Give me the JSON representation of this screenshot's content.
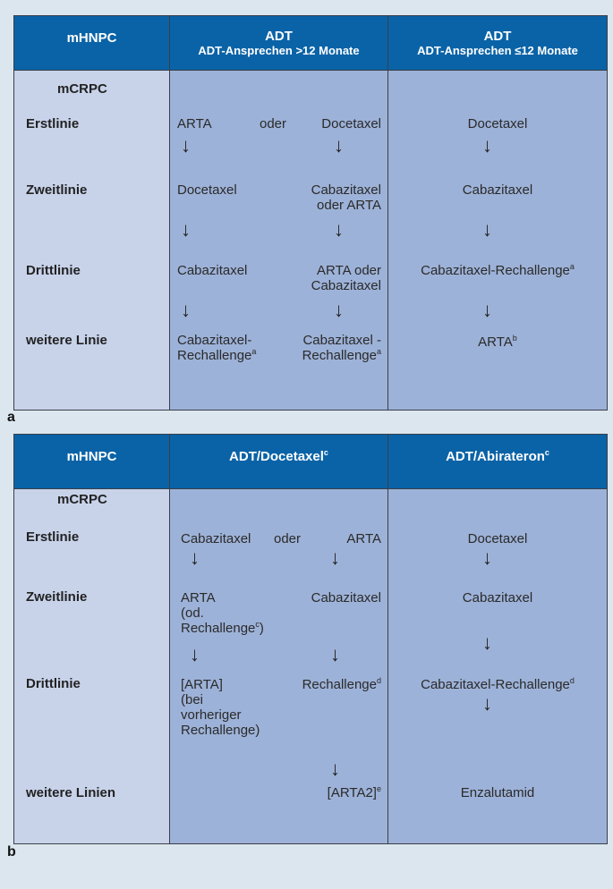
{
  "panel_a": {
    "headers": {
      "col1": "mHNPC",
      "col2_title": "ADT",
      "col2_sub": "ADT-Ansprechen >12 Monate",
      "col3_title": "ADT",
      "col3_sub": "ADT-Ansprechen ≤12 Monate"
    },
    "mcrpc": "mCRPC",
    "rows": {
      "line1": "Erstlinie",
      "line2": "Zweitlinie",
      "line3": "Drittlinie",
      "line4": "weitere Linie"
    },
    "col2_left": {
      "r1": "ARTA",
      "r2": "Docetaxel",
      "r3": "Cabazitaxel",
      "r4a": "Cabazitaxel-",
      "r4b": "Rechallenge",
      "r4b_sup": "a"
    },
    "col2_mid": {
      "oder": "oder"
    },
    "col2_right": {
      "r1": "Docetaxel",
      "r2a": "Cabazitaxel",
      "r2b": "oder  ARTA",
      "r3a": "ARTA oder",
      "r3b": "Cabazitaxel",
      "r4a": "Cabazitaxel -",
      "r4b": "Rechallenge",
      "r4b_sup": "a"
    },
    "col3": {
      "r1": "Docetaxel",
      "r2": "Cabazitaxel",
      "r3": "Cabazitaxel-Rechallenge",
      "r3_sup": "a",
      "r4": "ARTA",
      "r4_sup": "b"
    },
    "label": "a"
  },
  "panel_b": {
    "headers": {
      "col1": "mHNPC",
      "col2": "ADT/Docetaxel",
      "col2_sup": "c",
      "col3": "ADT/Abirateron",
      "col3_sup": "c"
    },
    "mcrpc": "mCRPC",
    "rows": {
      "line1": "Erstlinie",
      "line2": "Zweitlinie",
      "line3": "Drittlinie",
      "line4": "weitere Linien"
    },
    "col2_left": {
      "r1": "Cabazitaxel",
      "r2a": "ARTA",
      "r2b": "(od.",
      "r2c": "Rechallenge",
      "r2c_sup": "c",
      "r2c_end": ")",
      "r3a": "[ARTA]",
      "r3b": "(bei",
      "r3c": "vorheriger",
      "r3d": "Rechallenge)"
    },
    "col2_mid": {
      "oder": "oder"
    },
    "col2_right": {
      "r1": "ARTA",
      "r2": "Cabazitaxel",
      "r3": "Rechallenge",
      "r3_sup": "d",
      "r4": "[ARTA2]",
      "r4_sup": "e"
    },
    "col3": {
      "r1": "Docetaxel",
      "r2": "Cabazitaxel",
      "r3": "Cabazitaxel-Rechallenge",
      "r3_sup": "d",
      "r4": "Enzalutamid"
    },
    "label": "b"
  },
  "arrow_glyph": "↓"
}
